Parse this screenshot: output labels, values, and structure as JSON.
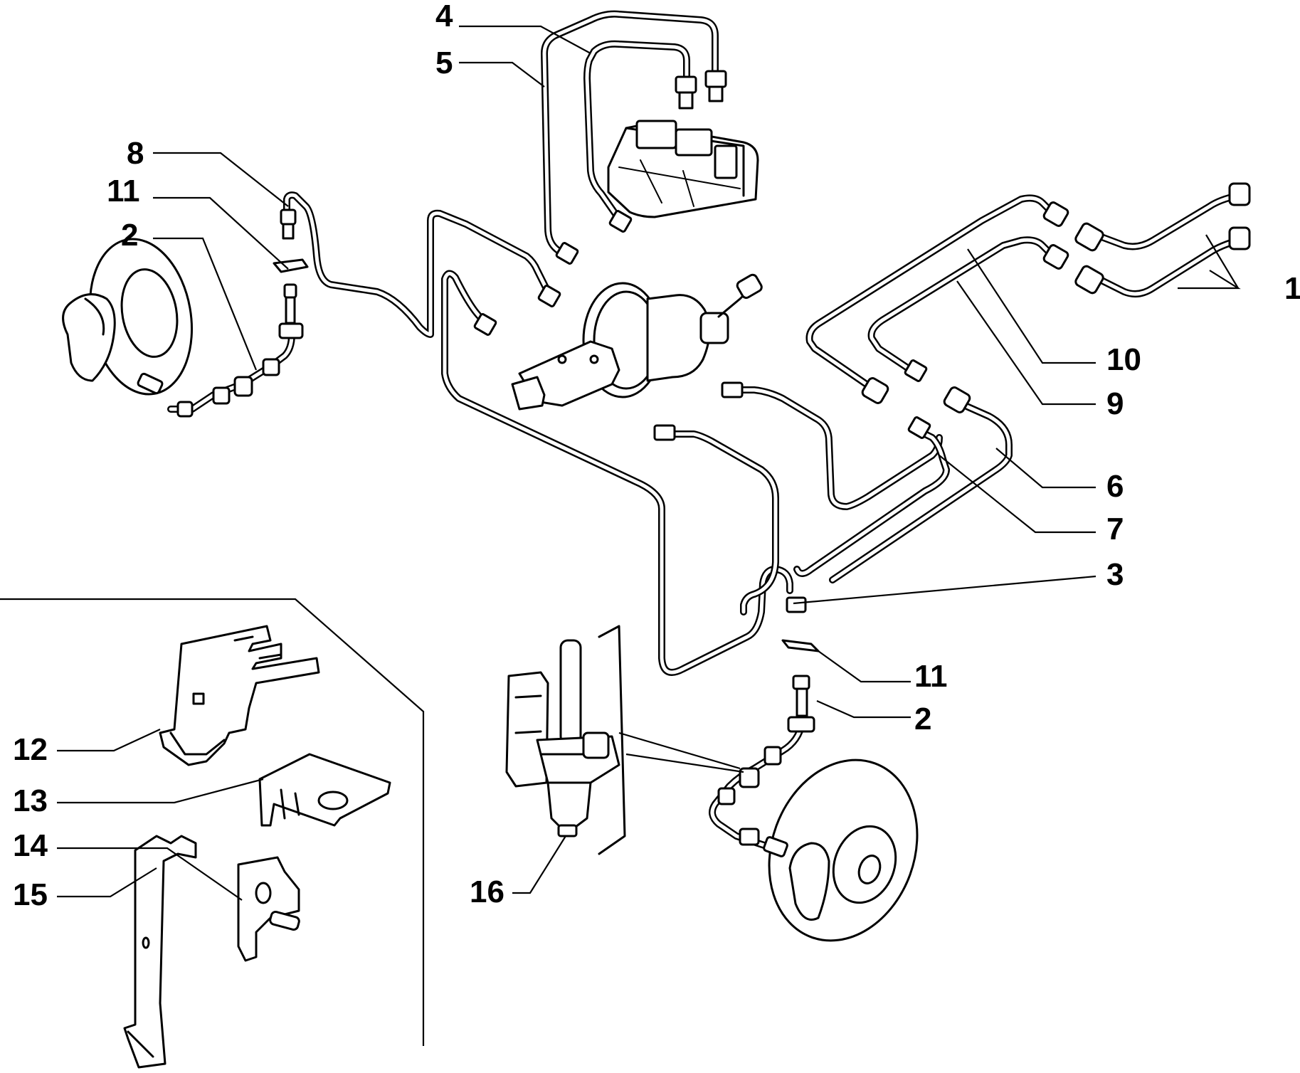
{
  "diagram": {
    "callouts": {
      "c1": "1",
      "c2_left": "2",
      "c2_right": "2",
      "c3": "3",
      "c4": "4",
      "c5": "5",
      "c6": "6",
      "c7": "7",
      "c8": "8",
      "c9": "9",
      "c10": "10",
      "c11_left": "11",
      "c11_right": "11",
      "c12": "12",
      "c13": "13",
      "c14": "14",
      "c15": "15",
      "c16": "16"
    }
  }
}
